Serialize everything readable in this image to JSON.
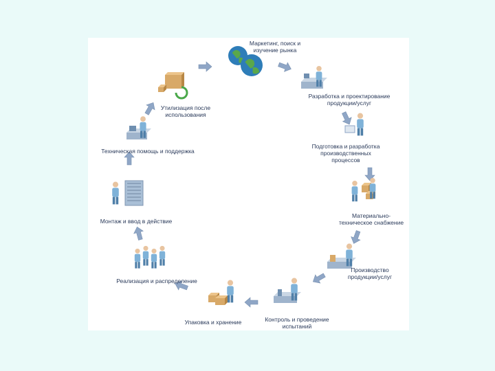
{
  "diagram": {
    "stages": [
      {
        "id": "marketing",
        "icon": "globe-icon",
        "lines": [
          "Маркетинг, поиск и",
          "изучение рынка"
        ]
      },
      {
        "id": "design",
        "icon": "designer-at-desk-icon",
        "lines": [
          "Разработка и проектирование",
          "продукции/услуг"
        ]
      },
      {
        "id": "process-prep",
        "icon": "engineer-with-documents-icon",
        "lines": [
          "Подготовка и разработка",
          "производственных",
          "процессов"
        ]
      },
      {
        "id": "procurement",
        "icon": "workers-with-boxes-icon",
        "lines": [
          "Материально-",
          "техническое снабжение"
        ]
      },
      {
        "id": "production",
        "icon": "production-machinery-icon",
        "lines": [
          "Производство",
          "продукции/услуг"
        ]
      },
      {
        "id": "testing",
        "icon": "inspector-at-workbench-icon",
        "lines": [
          "Контроль и проведение",
          "испытаний"
        ]
      },
      {
        "id": "storage",
        "icon": "packing-boxes-icon",
        "lines": [
          "Упаковка и хранение"
        ]
      },
      {
        "id": "distribution",
        "icon": "sales-team-icon",
        "lines": [
          "Реализация и распределение"
        ]
      },
      {
        "id": "installation",
        "icon": "server-rack-icon",
        "lines": [
          "Монтаж и ввод в действие"
        ]
      },
      {
        "id": "support",
        "icon": "support-operator-icon",
        "lines": [
          "Техническая помощь и поддержка"
        ]
      },
      {
        "id": "disposal",
        "icon": "recycling-boxes-icon",
        "lines": [
          "Утилизация после",
          "использования"
        ]
      }
    ],
    "colors": {
      "background": "#eafaf9",
      "panel": "#ffffff",
      "arrow": "#8fa6c6",
      "label": "#2a3a5a",
      "person": "#7fb2d8",
      "box": "#d8a968",
      "globe_sea": "#2e7db8",
      "globe_land": "#5aa84a"
    }
  }
}
